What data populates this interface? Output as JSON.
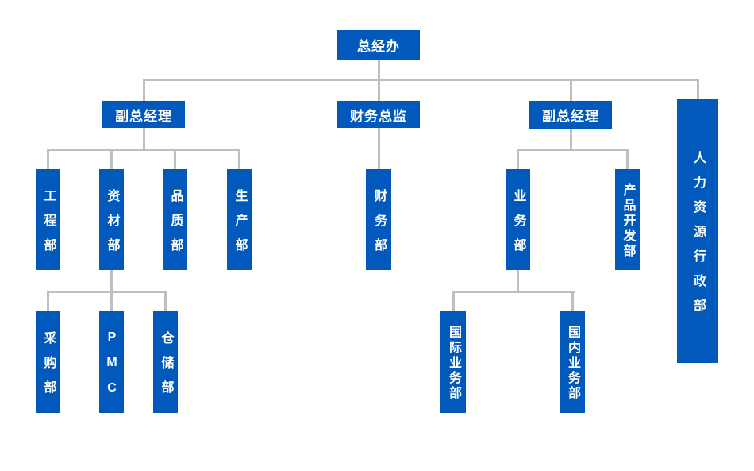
{
  "org_chart": {
    "diagram_type": "organization-chart",
    "colors": {
      "node_fill": "#0059BB",
      "node_text": "#FFFFFF",
      "connector": "#BFBFBF"
    },
    "tree": {
      "label": "总经办",
      "children": [
        {
          "label": "副总经理",
          "children": [
            {
              "label": "工程部"
            },
            {
              "label": "资材部",
              "children": [
                {
                  "label": "采购部"
                },
                {
                  "label": "PMC"
                },
                {
                  "label": "仓储部"
                }
              ]
            },
            {
              "label": "品质部"
            },
            {
              "label": "生产部"
            }
          ]
        },
        {
          "label": "财务总监",
          "children": [
            {
              "label": "财务部"
            }
          ]
        },
        {
          "label": "副总经理",
          "children": [
            {
              "label": "业务部",
              "children": [
                {
                  "label": "国际业务部"
                },
                {
                  "label": "国内业务部"
                }
              ]
            },
            {
              "label": "产品开发部"
            }
          ]
        },
        {
          "label": "人力资源行政部"
        }
      ]
    }
  }
}
